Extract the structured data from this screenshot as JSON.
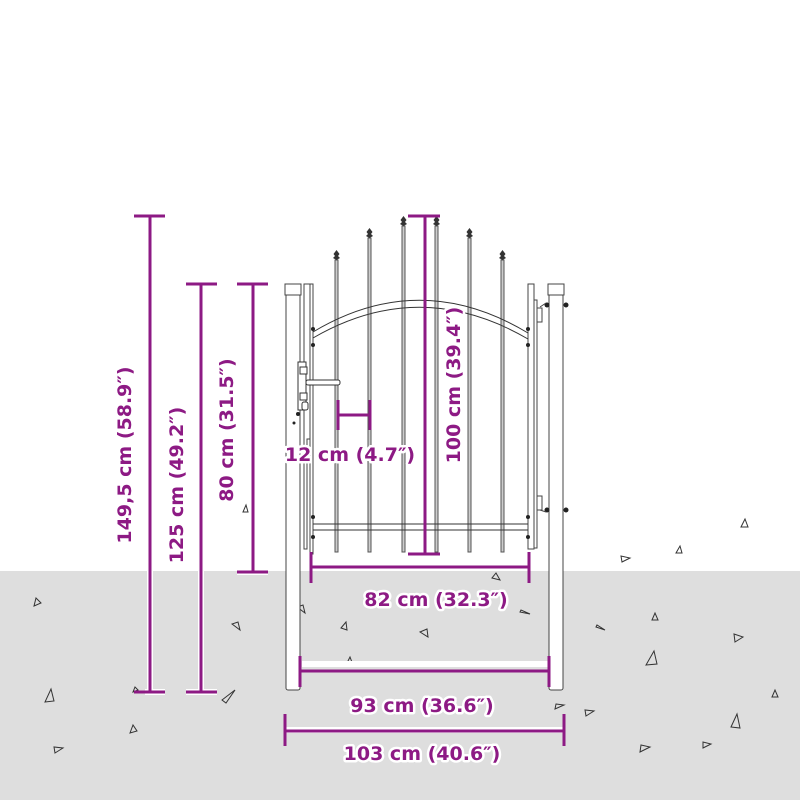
{
  "diagram": {
    "subject": "Arched metal garden gate with spear-top pickets, two posts and latch handle",
    "accent_color": "#8d1a84",
    "ground_color": "#dedede",
    "line_color": "#333333",
    "dimensions": {
      "post_height": "149,5 cm (58.9″)",
      "gate_height": "125 cm (49.2″)",
      "gate_side_height": "80 cm (31.5″)",
      "picket_spacing": "12 cm (4.7″)",
      "center_height": "100 cm (39.4″)",
      "gate_leaf_width": "82 cm (32.3″)",
      "post_inner_width": "93 cm (36.6″)",
      "overall_width": "103 cm (40.6″)"
    }
  }
}
